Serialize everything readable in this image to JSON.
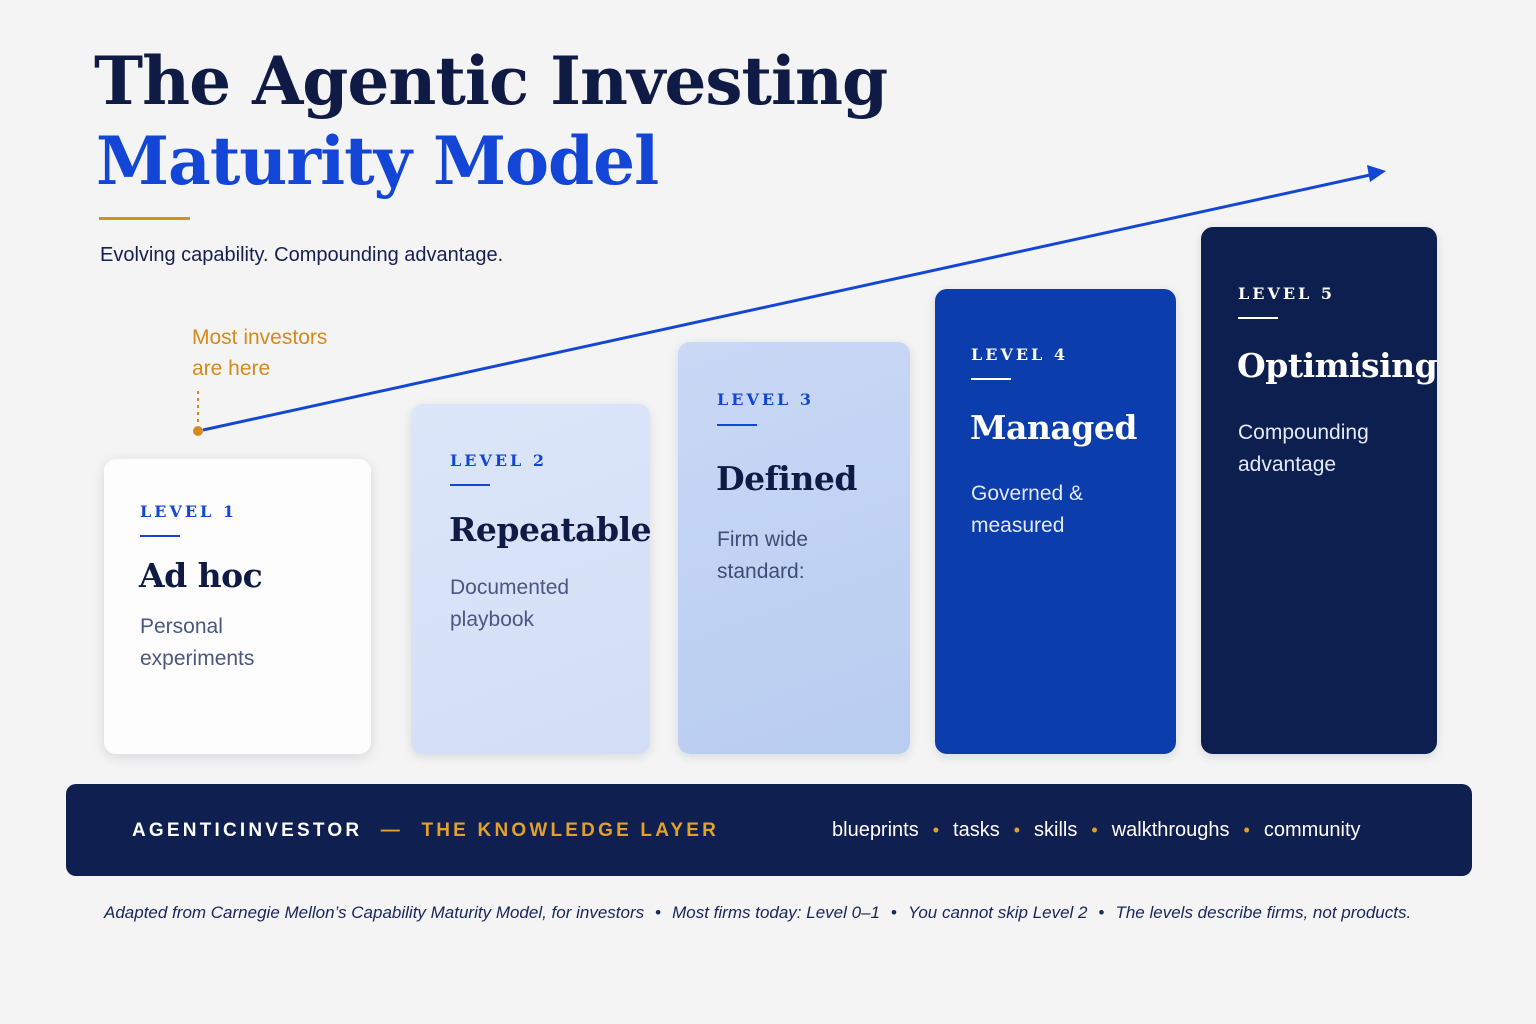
{
  "title": {
    "line1": "The Agentic Investing",
    "line2": "Maturity Model"
  },
  "subtitle": "Evolving capability. Compounding advantage.",
  "callout": {
    "line1": "Most investors",
    "line2": "are here"
  },
  "colors": {
    "navy": "#0f1b45",
    "accent_blue": "#1346d6",
    "gold": "#d1921f"
  },
  "levels": [
    {
      "level": "LEVEL 1",
      "name": "Ad hoc",
      "desc_line1": "Personal",
      "desc_line2": "experiments"
    },
    {
      "level": "LEVEL 2",
      "name": "Repeatable",
      "desc_line1": "Documented",
      "desc_line2": "playbook"
    },
    {
      "level": "LEVEL 3",
      "name": "Defined",
      "desc_line1": "Firm wide",
      "desc_line2": "standard:"
    },
    {
      "level": "LEVEL 4",
      "name": "Managed",
      "desc_line1": "Governed &",
      "desc_line2": "measured"
    },
    {
      "level": "LEVEL 5",
      "name": "Optimising",
      "desc_line1": "Compounding",
      "desc_line2": "advantage"
    }
  ],
  "footer": {
    "brand": "AGENTICINVESTOR",
    "brand_dash": "—",
    "tagline": "THE KNOWLEDGE LAYER",
    "links": [
      "blueprints",
      "tasks",
      "skills",
      "walkthroughs",
      "community"
    ],
    "separator": "•"
  },
  "footnote": [
    "Adapted from Carnegie Mellon’s Capability Maturity Model, for investors",
    "Most firms today: Level 0–1",
    "You cannot skip Level 2",
    "The levels describe firms, not products."
  ]
}
